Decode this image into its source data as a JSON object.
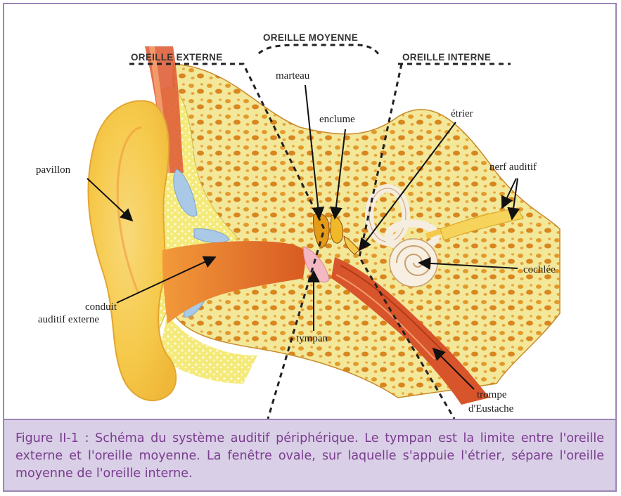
{
  "regions": {
    "external": "OREILLE EXTERNE",
    "middle": "OREILLE MOYENNE",
    "inner": "OREILLE INTERNE"
  },
  "labels": {
    "pinna": "pavillon",
    "canal_line1": "conduit",
    "canal_line2": "auditif externe",
    "malleus": "marteau",
    "incus": "enclume",
    "stapes": "étrier",
    "auditory_nerve": "nerf auditif",
    "cochlea": "cochlée",
    "eardrum": "tympan",
    "eustachian_line1": "trompe",
    "eustachian_line2": "d'Eustache"
  },
  "caption": "Figure II-1 : Schéma du système auditif périphérique. Le tympan est la limite entre l'oreille externe et l'oreille moyenne. La fenêtre ovale, sur laquelle s'appuie l'étrier, sépare l'oreille moyenne de l'oreille interne.",
  "colors": {
    "frame": "#9b85b8",
    "caption_bg": "#d9cfe6",
    "caption_text": "#7a3d8f",
    "bone": "#f3e79a",
    "bone_pores": "#e39a2a",
    "skin": "#f6d35a",
    "canal": "#e5702a",
    "muscle": "#d8542a",
    "eardrum": "#f3b8c2",
    "cartilage": "#a9c9e6"
  }
}
